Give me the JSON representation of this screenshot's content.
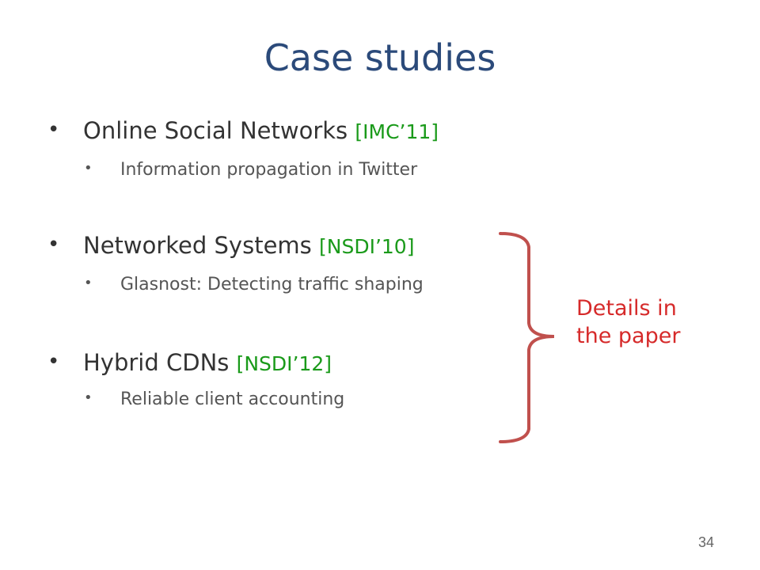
{
  "slide": {
    "title": "Case studies",
    "bullet_glyph": "•",
    "items": [
      {
        "label": "Online Social Networks ",
        "cite": "[IMC’11]",
        "sub": "Information propagation in Twitter"
      },
      {
        "label": "Networked Systems ",
        "cite": "[NSDI’10]",
        "sub": "Glasnost: Detecting traffic shaping"
      },
      {
        "label": "Hybrid CDNs ",
        "cite": "[NSDI’12]",
        "sub": "Reliable client accounting"
      }
    ],
    "callout": {
      "line1": "Details in",
      "line2": "the paper"
    },
    "page_number": "34"
  },
  "colors": {
    "title": "#2b4a7a",
    "body_text": "#333333",
    "sub_text": "#555555",
    "citation": "#1a9a1a",
    "callout": "#d62a2a",
    "brace": "#c0504d"
  }
}
